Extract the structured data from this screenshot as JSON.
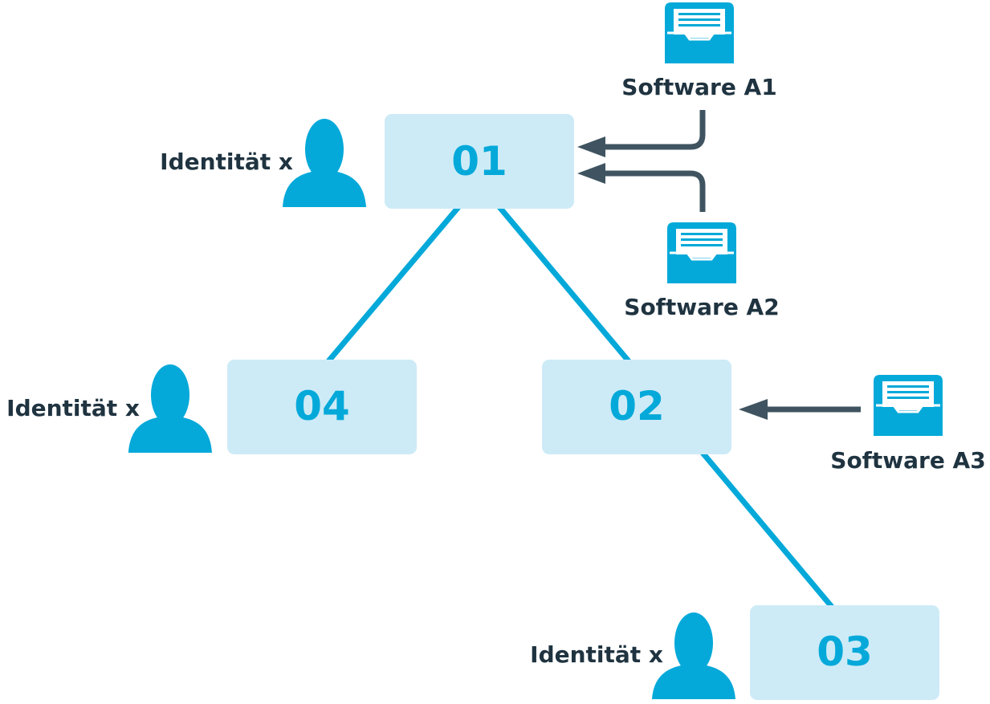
{
  "nodes": [
    {
      "id": "01",
      "label": "01"
    },
    {
      "id": "02",
      "label": "02"
    },
    {
      "id": "03",
      "label": "03"
    },
    {
      "id": "04",
      "label": "04"
    }
  ],
  "identities": [
    {
      "node": "01",
      "label": "Identität x",
      "icon": "person-icon"
    },
    {
      "node": "04",
      "label": "Identität x",
      "icon": "person-icon"
    },
    {
      "node": "03",
      "label": "Identität x",
      "icon": "person-icon"
    }
  ],
  "software": [
    {
      "target": "01",
      "label": "Software A1",
      "icon": "inbox-tray-icon"
    },
    {
      "target": "01",
      "label": "Software A2",
      "icon": "inbox-tray-icon"
    },
    {
      "target": "02",
      "label": "Software A3",
      "icon": "inbox-tray-icon"
    }
  ],
  "edges": [
    {
      "from": "01",
      "to": "04"
    },
    {
      "from": "01",
      "to": "02"
    },
    {
      "from": "02",
      "to": "03"
    }
  ],
  "colors": {
    "node_fill": "#cdebf7",
    "node_text": "#04a9d9",
    "connector": "#04a9d9",
    "arrow": "#3f5460",
    "icon": "#04a9d9",
    "label_text": "#1f3340"
  }
}
